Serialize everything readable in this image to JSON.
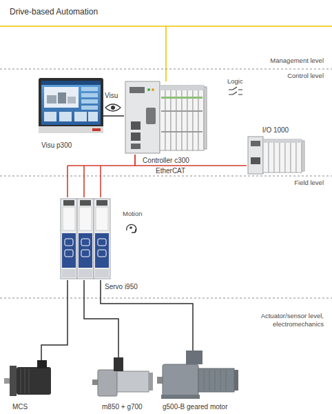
{
  "diagram": {
    "title": "Drive-based Automation",
    "nodes": [
      {
        "text": [
          "Visu p300"
        ]
      },
      {
        "text": [
          "Controller c300"
        ]
      },
      {
        "text": [
          "I/O 1000"
        ]
      },
      {
        "text": [
          "Servo i950"
        ]
      },
      {
        "text": [
          "MCS"
        ]
      },
      {
        "text": [
          "m850 + g700"
        ]
      },
      {
        "text": [
          "g500-B geared motor"
        ]
      }
    ],
    "edges": [
      {
        "from": 0,
        "to": 1,
        "label": "Visu",
        "arrow": "none"
      },
      {
        "from": 1,
        "to": 2,
        "label": "EtherCAT",
        "arrow": "none"
      },
      {
        "from": 1,
        "to": 3,
        "arrow": "none"
      },
      {
        "from": 3,
        "to": 4,
        "arrow": "none"
      },
      {
        "from": 3,
        "to": 5,
        "arrow": "none"
      },
      {
        "from": 3,
        "to": 6,
        "arrow": "none"
      }
    ],
    "labels": [
      "Management level",
      "Control level",
      "Logic",
      "Field level",
      "Motion",
      "Actuator/sensor level, electromechanics"
    ]
  }
}
